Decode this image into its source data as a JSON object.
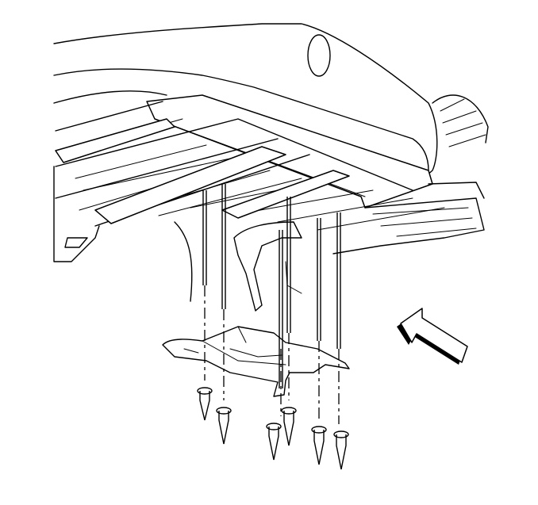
{
  "figure": {
    "components": [
      "vehicle-underbody-floor-pan",
      "fuel-tank-shield",
      "push-pin-fasteners",
      "view-direction-arrow"
    ],
    "fastener_count": 6
  },
  "colors": {
    "line": "#000000",
    "background": "#ffffff"
  }
}
